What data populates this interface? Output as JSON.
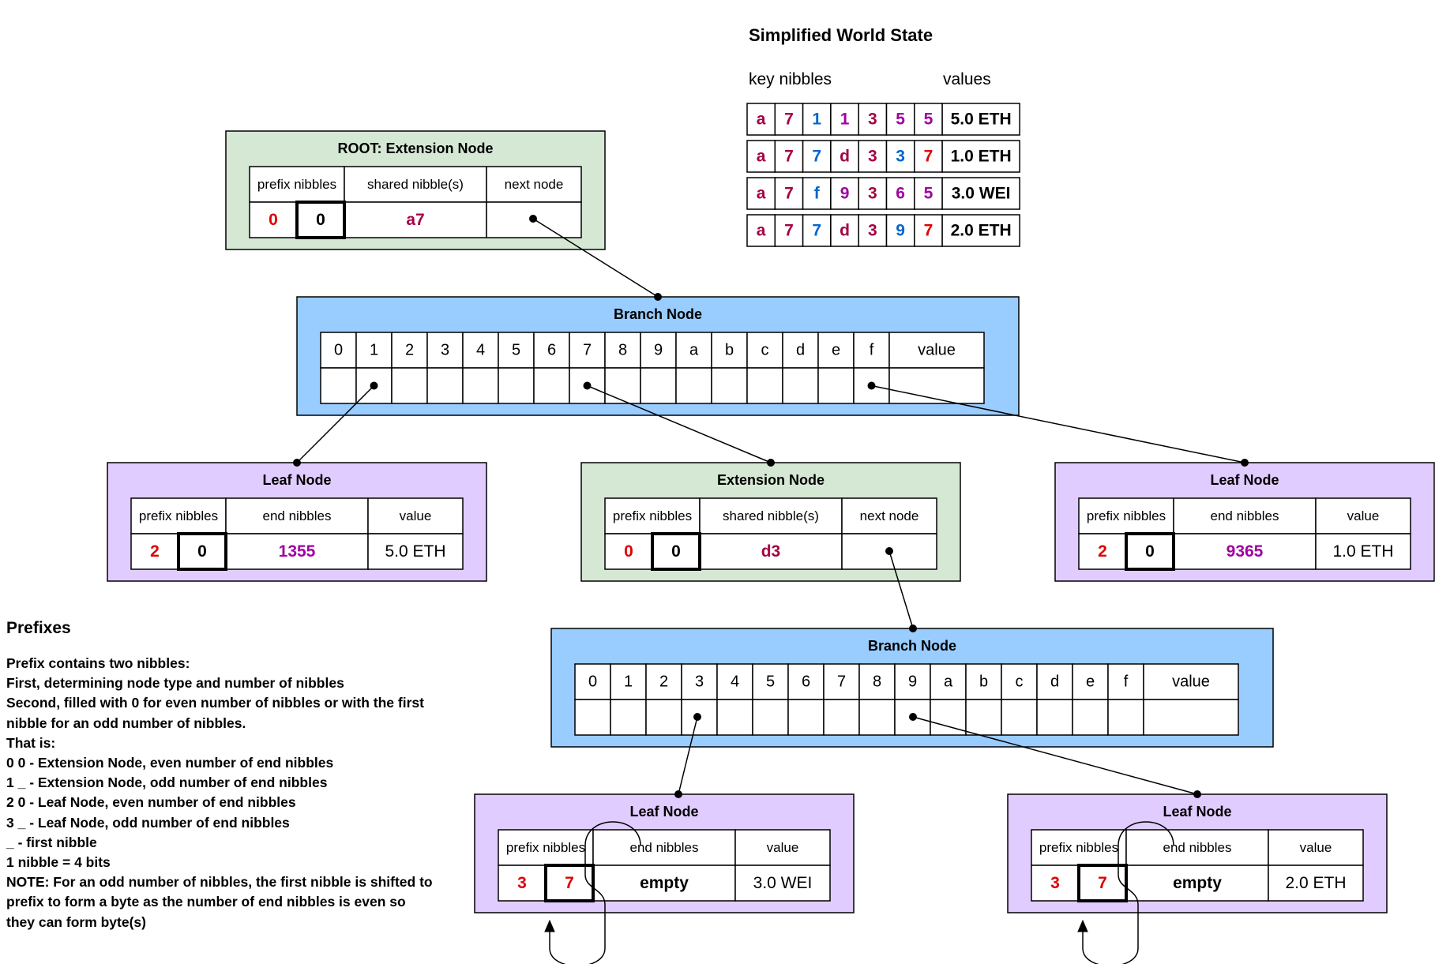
{
  "world_state": {
    "title": "Simplified World State",
    "key_header": "key nibbles",
    "value_header": "values",
    "rows": [
      {
        "nibbles": [
          "a",
          "7",
          "1",
          "1",
          "3",
          "5",
          "5"
        ],
        "value": "5.0 ETH"
      },
      {
        "nibbles": [
          "a",
          "7",
          "7",
          "d",
          "3",
          "3",
          "7"
        ],
        "value": "1.0 ETH"
      },
      {
        "nibbles": [
          "a",
          "7",
          "f",
          "9",
          "3",
          "6",
          "5"
        ],
        "value": "3.0 WEI"
      },
      {
        "nibbles": [
          "a",
          "7",
          "7",
          "d",
          "3",
          "9",
          "7"
        ],
        "value": "2.0 ETH"
      }
    ]
  },
  "colors": {
    "extension_bg": "#d5e8d4",
    "branch_bg": "#99ccff",
    "leaf_bg": "#e1ccff",
    "red": "#e00000",
    "maroon": "#a50044",
    "magenta": "#a000a0",
    "blue": "#0066cc"
  },
  "nibble_colors": {
    "a": "#a50044",
    "7": "#a50044",
    "1": "#0066cc",
    "3": "#a50044",
    "5": "#a000a0",
    "d": "#a50044",
    "f": "#0066cc",
    "9": "#a000a0",
    "6": "#a000a0"
  },
  "nibble_colors_by_row": [
    [
      "#a50044",
      "#a50044",
      "#0066cc",
      "#a000a0",
      "#a50044",
      "#a000a0",
      "#a000a0"
    ],
    [
      "#a50044",
      "#a50044",
      "#0066cc",
      "#a50044",
      "#a50044",
      "#0066cc",
      "#e00000"
    ],
    [
      "#a50044",
      "#a50044",
      "#0066cc",
      "#a000a0",
      "#a50044",
      "#a000a0",
      "#a000a0"
    ],
    [
      "#a50044",
      "#a50044",
      "#0066cc",
      "#a50044",
      "#a50044",
      "#0066cc",
      "#e00000"
    ]
  ],
  "root": {
    "title": "ROOT: Extension Node",
    "headers": [
      "prefix nibbles",
      "shared nibble(s)",
      "next node"
    ],
    "prefix": [
      "0",
      "0"
    ],
    "shared": "a7"
  },
  "branch1": {
    "title": "Branch Node",
    "slots": [
      "0",
      "1",
      "2",
      "3",
      "4",
      "5",
      "6",
      "7",
      "8",
      "9",
      "a",
      "b",
      "c",
      "d",
      "e",
      "f",
      "value"
    ]
  },
  "leaf_left": {
    "title": "Leaf Node",
    "headers": [
      "prefix nibbles",
      "end nibbles",
      "value"
    ],
    "prefix": [
      "2",
      "0"
    ],
    "end": "1355",
    "value": "5.0 ETH"
  },
  "ext_mid": {
    "title": "Extension Node",
    "headers": [
      "prefix nibbles",
      "shared nibble(s)",
      "next node"
    ],
    "prefix": [
      "0",
      "0"
    ],
    "shared": "d3"
  },
  "leaf_right": {
    "title": "Leaf Node",
    "headers": [
      "prefix nibbles",
      "end nibbles",
      "value"
    ],
    "prefix": [
      "2",
      "0"
    ],
    "end": "9365",
    "value": "1.0 ETH"
  },
  "branch2": {
    "title": "Branch Node",
    "slots": [
      "0",
      "1",
      "2",
      "3",
      "4",
      "5",
      "6",
      "7",
      "8",
      "9",
      "a",
      "b",
      "c",
      "d",
      "e",
      "f",
      "value"
    ]
  },
  "leaf_bl": {
    "title": "Leaf Node",
    "headers": [
      "prefix nibbles",
      "end nibbles",
      "value"
    ],
    "prefix": [
      "3",
      "7"
    ],
    "end": "empty",
    "value": "3.0 WEI"
  },
  "leaf_br": {
    "title": "Leaf Node",
    "headers": [
      "prefix nibbles",
      "end nibbles",
      "value"
    ],
    "prefix": [
      "3",
      "7"
    ],
    "end": "empty",
    "value": "2.0 ETH"
  },
  "prefixes": {
    "title": "Prefixes",
    "lines": [
      "Prefix contains two nibbles:",
      "First, determining node type and number of nibbles",
      "Second, filled with 0 for even number of nibbles or with the first",
      "nibble for an odd number of nibbles.",
      "That is:",
      "0 0 - Extension Node, even number of end nibbles",
      "1 _ - Extension Node, odd number of end nibbles",
      "2 0 - Leaf Node, even number of end nibbles",
      "3 _ - Leaf Node, odd number of end nibbles",
      "_ - first nibble",
      "1 nibble = 4 bits",
      "NOTE: For an odd number of nibbles, the first nibble is shifted to",
      "prefix to form a byte as the number of end nibbles is even so",
      "they can form byte(s)"
    ]
  }
}
